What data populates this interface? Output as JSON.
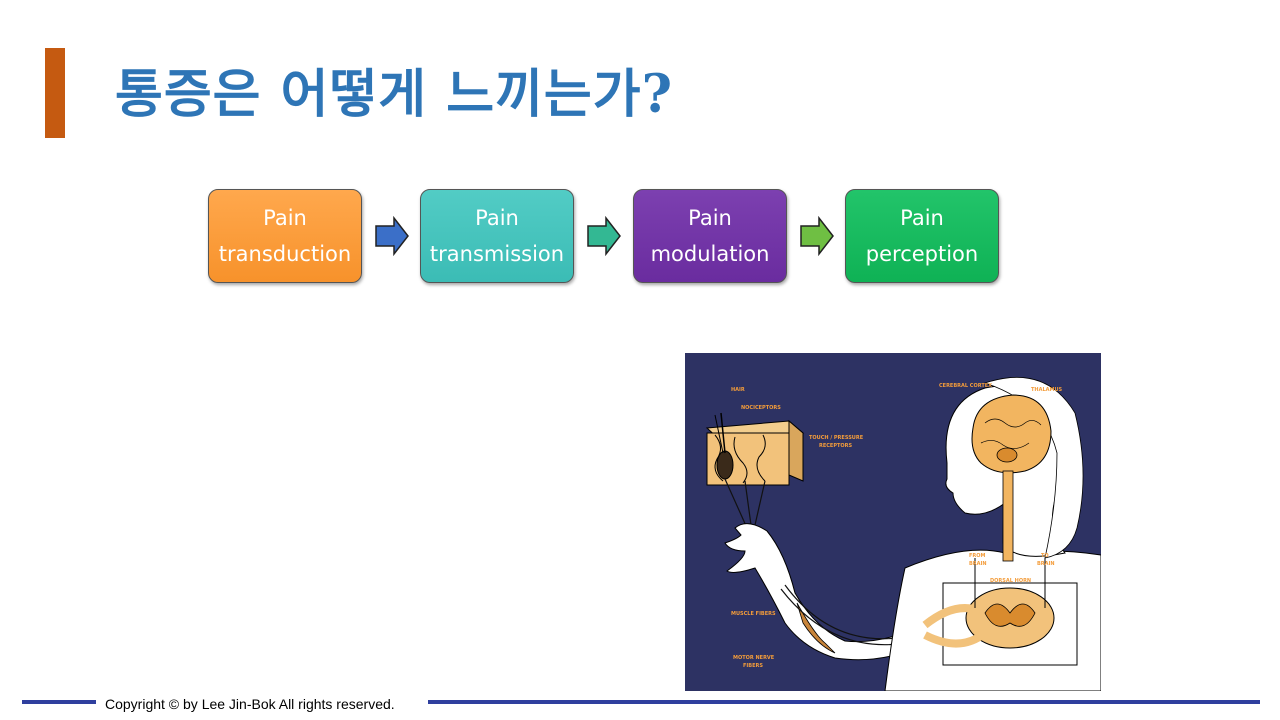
{
  "slide": {
    "title": "통증은 어떻게 느끼는가?",
    "accent_color": "#c55a11",
    "title_color": "#2e75b6"
  },
  "process": {
    "steps": [
      {
        "line1": "Pain",
        "line2": "transduction",
        "color": "#f7922b"
      },
      {
        "line1": "Pain",
        "line2": "transmission",
        "color": "#3bbcb5"
      },
      {
        "line1": "Pain",
        "line2": "modulation",
        "color": "#6a2c9f"
      },
      {
        "line1": "Pain",
        "line2": "perception",
        "color": "#0fb255"
      }
    ],
    "arrow_colors": [
      "#3b6fc8",
      "#33b893",
      "#6fbf43"
    ]
  },
  "illustration": {
    "labels": {
      "hair": "HAIR",
      "nociceptors": "NOCICEPTORS",
      "touch1": "TOUCH / PRESSURE",
      "touch2": "RECEPTORS",
      "cortex": "CEREBRAL CORTEX",
      "thalamus": "THALAMUS",
      "from1": "FROM",
      "from2": "BRAIN",
      "to1": "TO",
      "to2": "BRAIN",
      "dorsal": "DORSAL HORN",
      "muscle": "MUSCLE FIBERS",
      "motor1": "MOTOR NERVE",
      "motor2": "FIBERS"
    }
  },
  "footer": {
    "copyright": "Copyright © by Lee Jin-Bok  All rights reserved."
  }
}
